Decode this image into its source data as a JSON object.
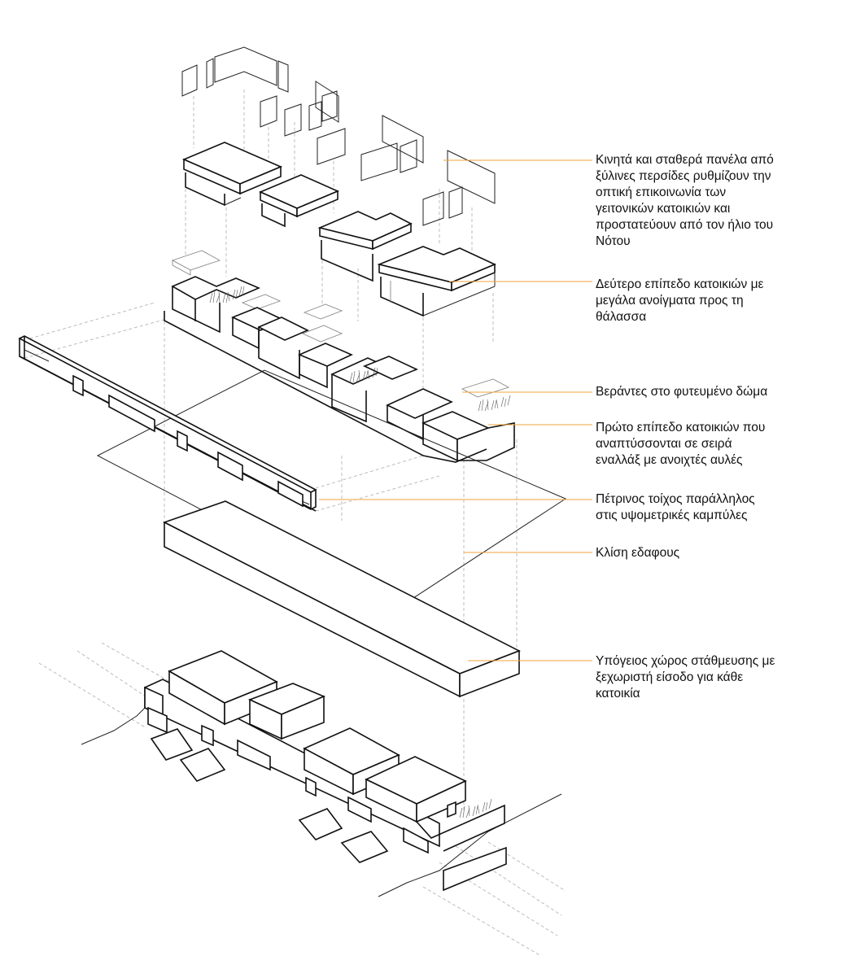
{
  "colors": {
    "leader_line": "#f2a33a",
    "linework": "#111111",
    "projection_dashes": "#b5b5b5"
  },
  "annotations": [
    {
      "id": "panels",
      "text": "Κινητά και σταθερά πανέλα από\nξύλινες περσίδες ρυθμίζουν την\nοπτική επικοινωνία των\nγειτονικών κατοικιών και\nπροστατεύουν από τον ήλιο του\nΝότου"
    },
    {
      "id": "second-level",
      "text": "Δεύτερο επίπεδο κατοικιών με\nμεγάλα ανοίγματα προς τη\nθάλασσα"
    },
    {
      "id": "verandas",
      "text": "Βεράντες στο φυτευμένο δώμα"
    },
    {
      "id": "first-level",
      "text": "Πρώτο επίπεδο κατοικιών που\nαναπτύσσονται σε σειρά\nεναλλάξ με ανοιχτές αυλές"
    },
    {
      "id": "stone-wall",
      "text": "Πέτρινος τοίχος παράλληλος\nστις υψομετρικές καμπύλες"
    },
    {
      "id": "ground-slope",
      "text": "Κλίση εδαφους"
    },
    {
      "id": "parking",
      "text": "Υπόγειος χώρος στάθμευσης με\nξεχωριστή είσοδο για κάθε\nκατοικία"
    }
  ]
}
